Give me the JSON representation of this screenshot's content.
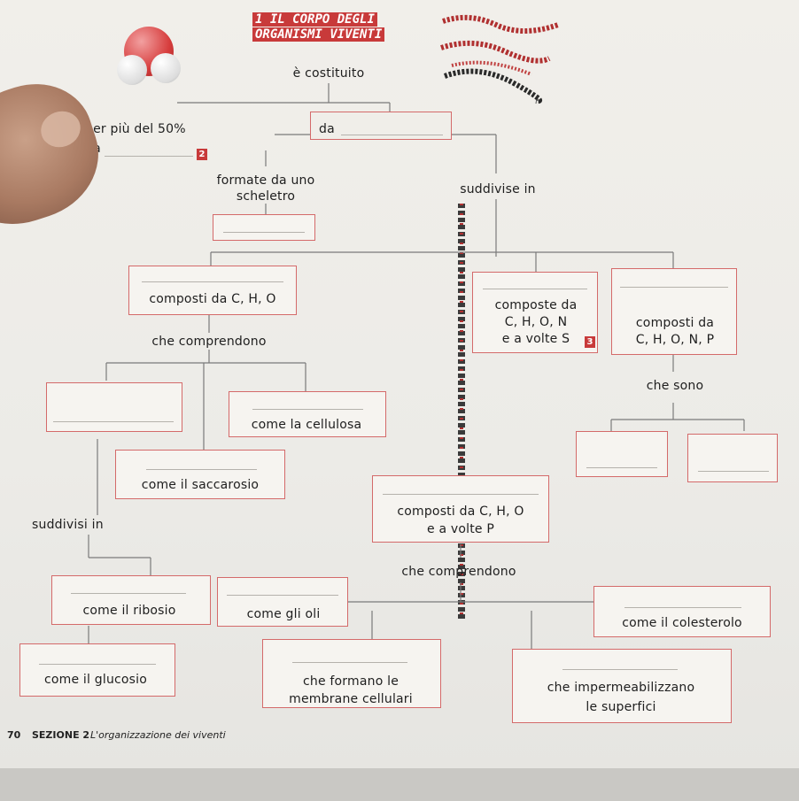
{
  "title": {
    "number": "1",
    "line1": "IL CORPO DEGLI",
    "line2": "ORGANISMI VIVENTI"
  },
  "labels": {
    "e_costituito": "è costituito",
    "per_piu": "per più del 50%",
    "da_left": "da",
    "da_right": "da",
    "formate_1": "formate da uno",
    "formate_2": "scheletro",
    "suddivise_in": "suddivise in",
    "composti_cho": "composti da C, H, O",
    "che_comprendono_1": "che comprendono",
    "composte_1": "composte da",
    "composte_2": "C, H, O, N",
    "composte_3": "e a volte S",
    "composti_chonp_1": "composti da",
    "composti_chonp_2": "C, H, O, N, P",
    "che_sono": "che sono",
    "come_cellulosa": "come la cellulosa",
    "come_saccarosio": "come il saccarosio",
    "composti_chop_1": "composti da C, H, O",
    "composti_chop_2": "e a volte P",
    "suddivisi_in": "suddivisi in",
    "che_comprendono_2": "che comprendono",
    "come_ribosio": "come il ribosio",
    "come_oli": "come gli oli",
    "come_colesterolo": "come il colesterolo",
    "come_glucosio": "come il glucosio",
    "formano_1": "che formano le",
    "formano_2": "membrane cellulari",
    "imperm_1": "che impermeabilizzano",
    "imperm_2": "le superfici"
  },
  "badges": {
    "b2": "2",
    "b3": "3"
  },
  "footer": {
    "page": "70",
    "section": "SEZIONE 2",
    "subtitle": "L'organizzazione dei viventi"
  },
  "colors": {
    "box_border": "#d46a6a",
    "accent": "#c83a3a",
    "line": "#7a7a7a"
  }
}
